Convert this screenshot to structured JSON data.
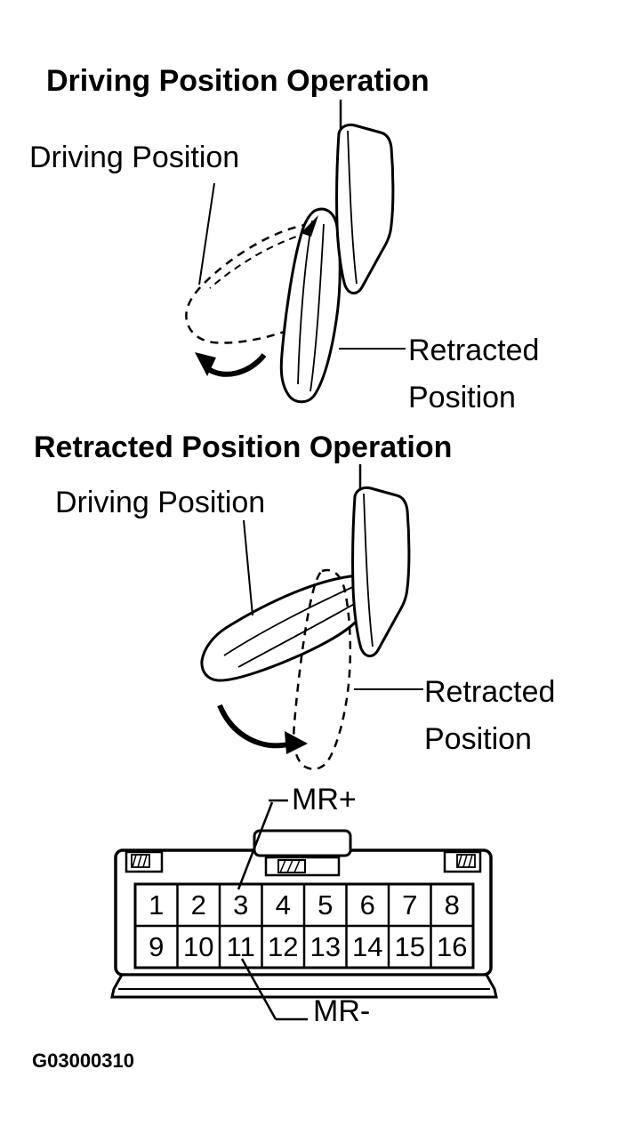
{
  "page": {
    "figure_id": "G03000310"
  },
  "section1": {
    "title": "Driving Position Operation",
    "driving_label": "Driving Position",
    "retracted_label": "Retracted Position"
  },
  "section2": {
    "title": "Retracted Position Operation",
    "driving_label": "Driving Position",
    "retracted_label": "Retracted Position"
  },
  "connector": {
    "mr_plus_label": "MR+",
    "mr_minus_label": "MR-",
    "pins": [
      "1",
      "2",
      "3",
      "4",
      "5",
      "6",
      "7",
      "8",
      "9",
      "10",
      "11",
      "12",
      "13",
      "14",
      "15",
      "16"
    ]
  }
}
